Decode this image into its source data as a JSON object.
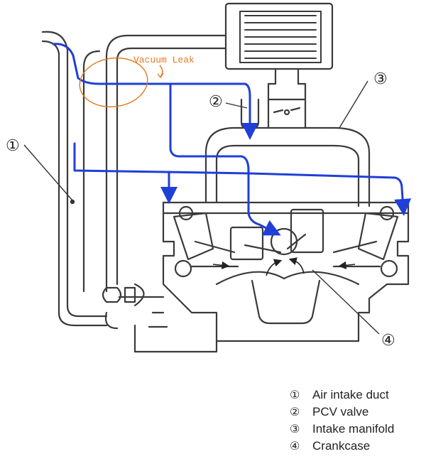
{
  "annotation": {
    "text": "Vacuum Leak",
    "color": "#e07a1f"
  },
  "colors": {
    "line_art": "#3a3a3a",
    "flow_paths": "#1f3fd6",
    "background": "#ffffff"
  },
  "callouts": [
    {
      "number": "①",
      "ref": "air-intake-duct"
    },
    {
      "number": "②",
      "ref": "pcv-valve"
    },
    {
      "number": "③",
      "ref": "intake-manifold"
    },
    {
      "number": "④",
      "ref": "crankcase"
    }
  ],
  "legend": [
    {
      "number": "①",
      "label": "Air intake duct"
    },
    {
      "number": "②",
      "label": "PCV valve"
    },
    {
      "number": "③",
      "label": "Intake manifold"
    },
    {
      "number": "④",
      "label": "Crankcase"
    }
  ]
}
